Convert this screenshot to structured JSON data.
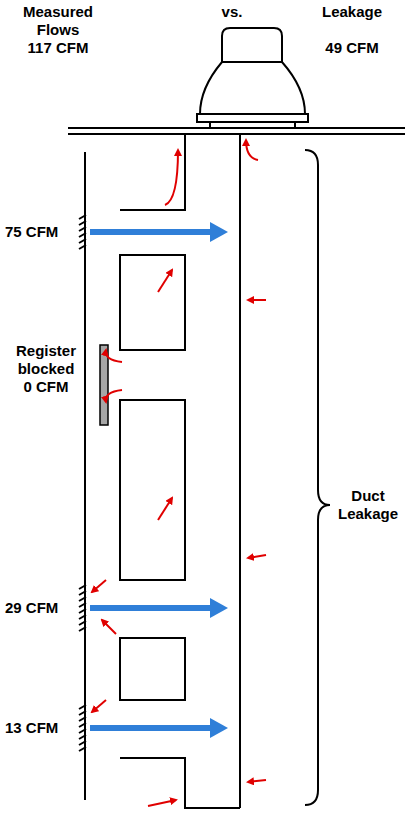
{
  "diagram": {
    "labels": [
      "Measured",
      "Flows",
      "117 CFM",
      "vs.",
      "Leakage",
      "49 CFM",
      "75 CFM",
      "Register blocked 0 CFM",
      "29 CFM",
      "13 CFM",
      "Duct Leakage"
    ]
  }
}
